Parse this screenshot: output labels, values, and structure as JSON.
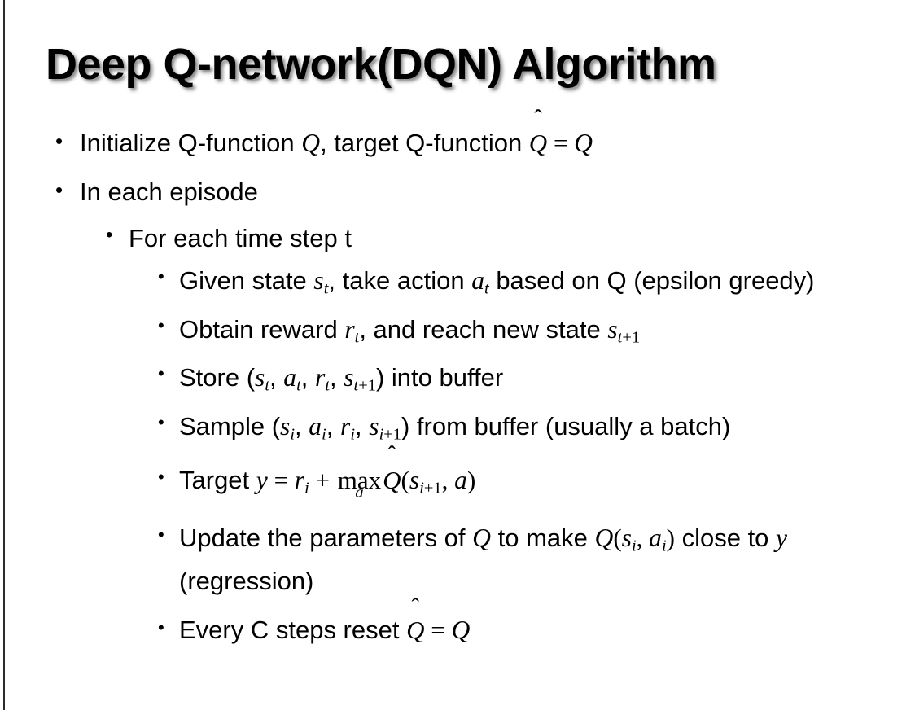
{
  "slide": {
    "title": "Deep Q-network(DQN) Algorithm",
    "background_color": "#ffffff",
    "text_color": "#000000",
    "title_shadow_color": "#6e6e6e",
    "left_rule_color": "#2b2b2b",
    "bullet_glyph": "•"
  },
  "outline": {
    "level1": [
      {
        "id": "initialize",
        "plain_text": "Initialize Q-function Q, target Q-function Q̂ = Q",
        "parts": {
          "lead": "Initialize Q-function ",
          "var_q1": "Q",
          "mid": ", target Q-function ",
          "hat_base": "Q",
          "hat_accent": "̂",
          "equals": "=",
          "var_q2": "Q"
        }
      },
      {
        "id": "in-each-episode",
        "plain_text": "In each episode",
        "parts": {
          "lead": "In each episode"
        }
      }
    ],
    "level2": [
      {
        "id": "for-each-time-step",
        "plain_text": "For each time step t",
        "parts": {
          "lead": "For each time step t"
        }
      }
    ],
    "level3": [
      {
        "id": "given-state",
        "plain_text": "Given state s_t, take action a_t based on Q (epsilon greedy)",
        "parts": {
          "lead": "Given state ",
          "var_s": "s",
          "sub_s": "t",
          "mid1": ", take action ",
          "var_a": "a",
          "sub_a": "t",
          "tail": " based on Q (epsilon greedy)"
        }
      },
      {
        "id": "obtain-reward",
        "plain_text": "Obtain reward r_t, and reach new state s_{t+1}",
        "parts": {
          "lead": "Obtain reward ",
          "var_r": "r",
          "sub_r": "t",
          "mid1": ", and reach new state ",
          "var_s": "s",
          "sub_s_i": "t",
          "sub_s_rest": "+1"
        }
      },
      {
        "id": "store-transition",
        "plain_text": "Store (s_t, a_t, r_t, s_{t+1}) into buffer",
        "parts": {
          "lead": "Store (",
          "v1": "s",
          "v1sub": "t",
          "sep1": ", ",
          "v2": "a",
          "v2sub": "t",
          "sep2": ", ",
          "v3": "r",
          "v3sub": "t",
          "sep3": ", ",
          "v4": "s",
          "v4sub_i": "t",
          "v4sub_rest": "+1",
          "tail": ") into buffer"
        }
      },
      {
        "id": "sample-batch",
        "plain_text": "Sample (s_i, a_i, r_i, s_{i+1}) from buffer (usually a batch)",
        "parts": {
          "lead": "Sample (",
          "v1": "s",
          "v1sub": "i",
          "sep1": ", ",
          "v2": "a",
          "v2sub": "i",
          "sep2": ", ",
          "v3": "r",
          "v3sub": "i",
          "sep3": ", ",
          "v4": "s",
          "v4sub_i": "i",
          "v4sub_rest": "+1",
          "tail": ") from buffer (usually a batch)"
        }
      },
      {
        "id": "target-y",
        "plain_text": "Target y = r_i + max_a Q̂(s_{i+1}, a)",
        "parts": {
          "lead": "Target ",
          "var_y": "y",
          "equals": "=",
          "var_r": "r",
          "sub_r": "i",
          "plus": "+",
          "op": "max",
          "op_limit": "a",
          "hat_base": "Q",
          "hat_accent": "̂",
          "open": "(",
          "var_s": "s",
          "sub_s_i": "i",
          "sub_s_rest": "+1",
          "comma": ", ",
          "var_a": "a",
          "close": ")"
        }
      },
      {
        "id": "update-parameters",
        "plain_text": "Update the parameters of Q to make Q(s_i, a_i) close to y (regression)",
        "parts": {
          "lead": "Update the parameters of ",
          "var_q1": "Q",
          "mid1": " to make ",
          "var_q2": "Q",
          "open": "(",
          "var_s": "s",
          "sub_s": "i",
          "comma": ", ",
          "var_a": "a",
          "sub_a": "i",
          "close": ")",
          "mid2": " close to ",
          "var_y": "y",
          "tail": " (regression)"
        }
      },
      {
        "id": "reset-target",
        "plain_text": "Every C steps reset Q̂ = Q",
        "parts": {
          "lead": "Every C steps reset ",
          "hat_base": "Q",
          "hat_accent": "̂",
          "equals": "=",
          "var_q": "Q"
        }
      }
    ]
  }
}
